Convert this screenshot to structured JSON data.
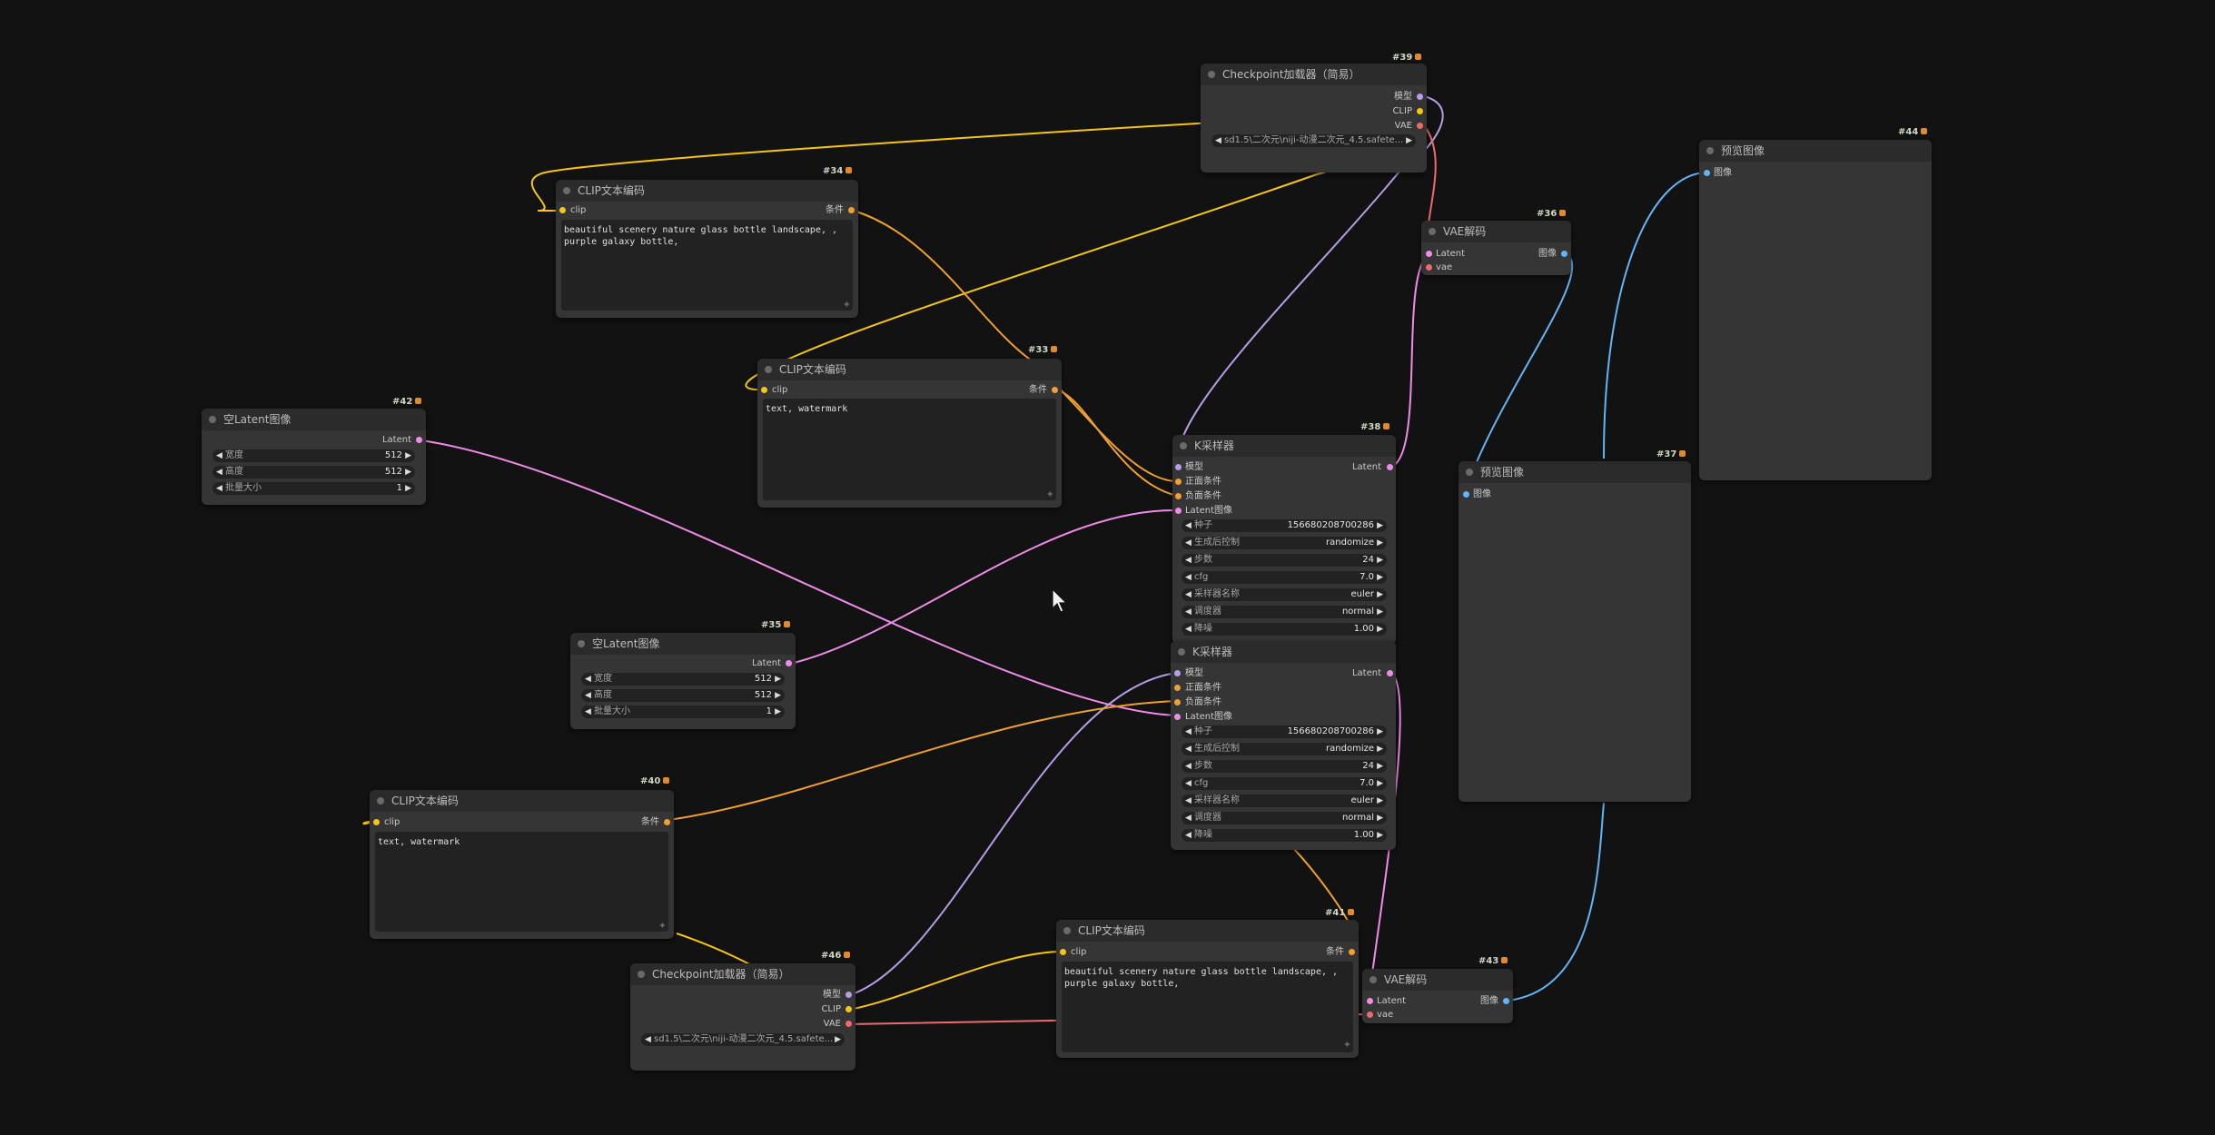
{
  "nodes": {
    "n39": {
      "id": "#39",
      "title": "Checkpoint加载器（简易）",
      "out1": "模型",
      "out2": "CLIP",
      "out3": "VAE",
      "ckpt": "sd1.5\\二次元\\niji-动漫二次元_4.5.safete..."
    },
    "n34": {
      "id": "#34",
      "title": "CLIP文本编码",
      "in": "clip",
      "out": "条件",
      "text": "beautiful scenery nature glass bottle landscape, ,\npurple galaxy bottle,"
    },
    "n33": {
      "id": "#33",
      "title": "CLIP文本编码",
      "in": "clip",
      "out": "条件",
      "text": "text, watermark"
    },
    "n42": {
      "id": "#42",
      "title": "空Latent图像",
      "out": "Latent",
      "w_label": "宽度",
      "w": "512",
      "h_label": "高度",
      "h": "512",
      "b_label": "批量大小",
      "b": "1"
    },
    "n35": {
      "id": "#35",
      "title": "空Latent图像",
      "out": "Latent",
      "w_label": "宽度",
      "w": "512",
      "h_label": "高度",
      "h": "512",
      "b_label": "批量大小",
      "b": "1"
    },
    "n36": {
      "id": "#36",
      "title": "VAE解码",
      "in1": "Latent",
      "in2": "vae",
      "out": "图像"
    },
    "n44": {
      "id": "#44",
      "title": "预览图像",
      "in": "图像"
    },
    "n37": {
      "id": "#37",
      "title": "预览图像",
      "in": "图像"
    },
    "n38": {
      "id": "#38",
      "title": "K采样器",
      "in1": "模型",
      "in2": "正面条件",
      "in3": "负面条件",
      "in4": "Latent图像",
      "out": "Latent",
      "seed_l": "种子",
      "seed": "156680208700286",
      "ctrl_l": "生成后控制",
      "ctrl": "randomize",
      "steps_l": "步数",
      "steps": "24",
      "cfg_l": "cfg",
      "cfg": "7.0",
      "sampler_l": "采样器名称",
      "sampler": "euler",
      "sched_l": "调度器",
      "sched": "normal",
      "denoise_l": "降噪",
      "denoise": "1.00"
    },
    "n45": {
      "title": "K采样器",
      "in1": "模型",
      "in2": "正面条件",
      "in3": "负面条件",
      "in4": "Latent图像",
      "out": "Latent",
      "seed_l": "种子",
      "seed": "156680208700286",
      "ctrl_l": "生成后控制",
      "ctrl": "randomize",
      "steps_l": "步数",
      "steps": "24",
      "cfg_l": "cfg",
      "cfg": "7.0",
      "sampler_l": "采样器名称",
      "sampler": "euler",
      "sched_l": "调度器",
      "sched": "normal",
      "denoise_l": "降噪",
      "denoise": "1.00"
    },
    "n40": {
      "id": "#40",
      "title": "CLIP文本编码",
      "in": "clip",
      "out": "条件",
      "text": "text, watermark"
    },
    "n46": {
      "id": "#46",
      "title": "Checkpoint加载器（简易）",
      "out1": "模型",
      "out2": "CLIP",
      "out3": "VAE",
      "ckpt": "sd1.5\\二次元\\niji-动漫二次元_4.5.safete..."
    },
    "n41": {
      "id": "#41",
      "title": "CLIP文本编码",
      "in": "clip",
      "out": "条件",
      "text": "beautiful scenery nature glass bottle landscape, ,\npurple galaxy bottle,"
    },
    "n43": {
      "id": "#43",
      "title": "VAE解码",
      "in1": "Latent",
      "in2": "vae",
      "out": "图像"
    }
  },
  "colors": {
    "clip": "#f5c518",
    "cond": "#f0a030",
    "model": "#b79ce8",
    "latent": "#f08ce8",
    "vae": "#ef6b6b",
    "image": "#64b5f6"
  }
}
